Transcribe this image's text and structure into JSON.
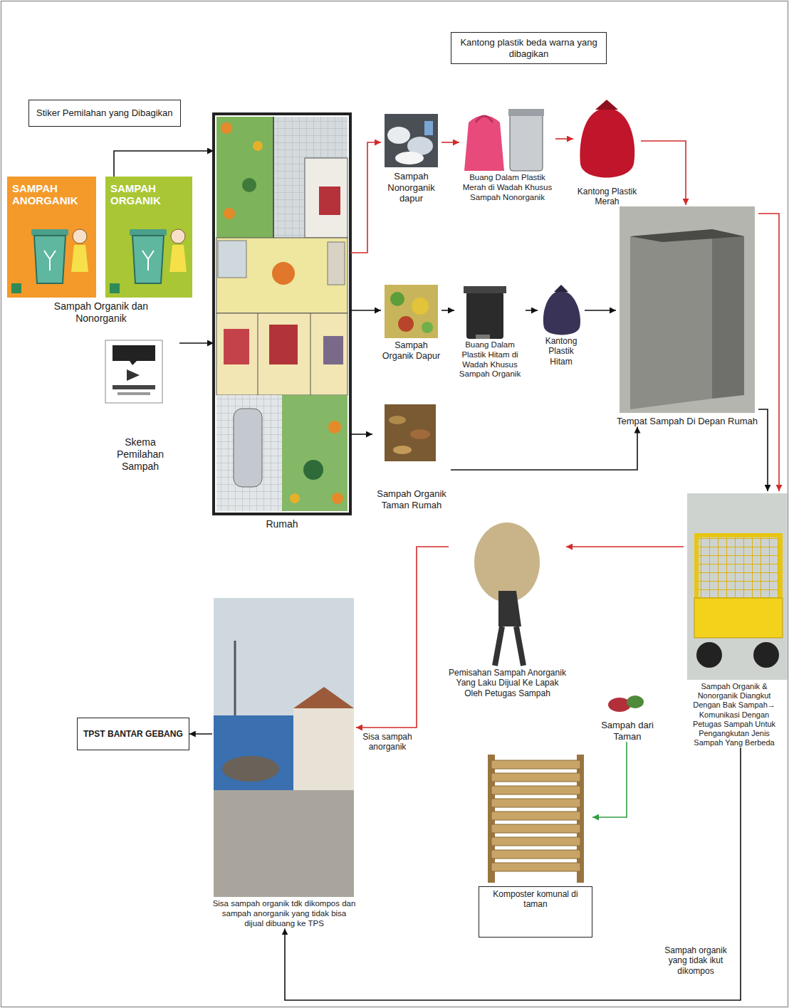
{
  "diagram": {
    "nodes": [
      {
        "text": [
          "Kantong plastik beda warna yang dibagikan"
        ]
      },
      {
        "text": [
          "Stiker Pemilahan yang Dibagikan"
        ]
      },
      {
        "text": [
          "SAMPAH ANORGANIK"
        ]
      },
      {
        "text": [
          "SAMPAH ORGANIK"
        ]
      },
      {
        "text": [
          "Skema Pemilahan Sampah"
        ]
      },
      {
        "text": [
          "Rumah"
        ]
      },
      {
        "text": [
          "Sampah Nonorganik dapur"
        ]
      },
      {
        "text": [
          "Buang Dalam Plastik Merah di Wadah Khusus Sampah Nonorganik"
        ]
      },
      {
        "text": [
          "Kantong Plastik Merah"
        ]
      },
      {
        "text": [
          "Sampah Organik Dapur"
        ]
      },
      {
        "text": [
          "Buang Dalam Plastik Hitam di Wadah Khusus Sampah Organik"
        ]
      },
      {
        "text": [
          "Kantong Plastik Hitam"
        ]
      },
      {
        "text": [
          "Tempat Sampah Di Depan Rumah"
        ]
      },
      {
        "text": [
          "Sampah Organik Taman Rumah"
        ]
      },
      {
        "text": [
          "Sampah Organik & Nonorganik Diangkut Dengan Bak Sampah→ Komunikasi Dengan Petugas Sampah Untuk Pengangkutan Jenis Sampah Yang Berbeda"
        ]
      },
      {
        "text": [
          "Pemisahan Sampah Anorganik Yang Laku Dijual Ke Lapak Oleh Petugas Sampah"
        ]
      },
      {
        "text": [
          "Sisa sampah organik tdk dikompos dan sampah anorganik yang tidak bisa dijual dibuang ke TPS"
        ]
      },
      {
        "text": [
          "TPST BANTAR GEBANG"
        ]
      },
      {
        "text": [
          "Sampah dari Taman"
        ]
      },
      {
        "text": [
          "Komposter komunal di taman"
        ]
      }
    ],
    "edges": [
      {
        "from": 3,
        "to": 5,
        "arrow": "to"
      },
      {
        "from": 4,
        "to": 5,
        "arrow": "to"
      },
      {
        "from": 5,
        "to": 6,
        "arrow": "to"
      },
      {
        "from": 6,
        "to": 7,
        "arrow": "to"
      },
      {
        "from": 7,
        "to": 8,
        "arrow": "to"
      },
      {
        "from": 8,
        "to": 12,
        "arrow": "to"
      },
      {
        "from": 5,
        "to": 9,
        "arrow": "to"
      },
      {
        "from": 9,
        "to": 10,
        "arrow": "to"
      },
      {
        "from": 10,
        "to": 11,
        "arrow": "to"
      },
      {
        "from": 11,
        "to": 12,
        "arrow": "to"
      },
      {
        "from": 5,
        "to": 13,
        "arrow": "to"
      },
      {
        "from": 13,
        "to": 12,
        "arrow": "to"
      },
      {
        "from": 12,
        "to": 14,
        "arrow": "to"
      },
      {
        "from": 12,
        "to": 14,
        "arrow": "to"
      },
      {
        "from": 14,
        "to": 15,
        "arrow": "to"
      },
      {
        "from": 15,
        "to": 16,
        "label": "Sisa sampah anorganik",
        "arrow": "to"
      },
      {
        "from": 16,
        "to": 17,
        "arrow": "to"
      },
      {
        "from": 18,
        "to": 19,
        "arrow": "to"
      },
      {
        "from": 14,
        "to": 16,
        "label": "Sampah organik yang tidak ikut dikompos",
        "arrow": "to"
      }
    ],
    "labels": [
      "Sampah Organik dan Nonorganik"
    ]
  }
}
